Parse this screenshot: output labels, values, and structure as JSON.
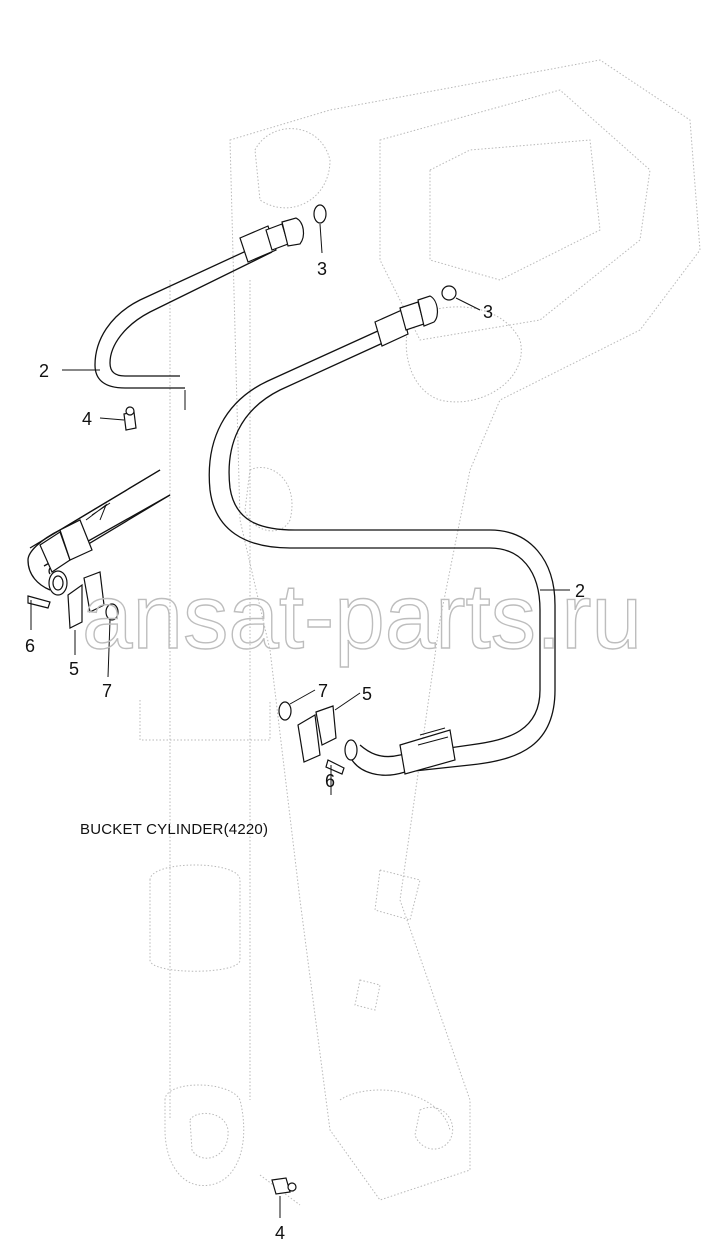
{
  "diagram": {
    "caption": "BUCKET CYLINDER(4220)",
    "watermark": "ansat-parts.ru",
    "callouts": {
      "hose_upper": "2",
      "hose_lower": "2",
      "oring_upper_left": "3",
      "oring_upper_right": "3",
      "fitting_upper": "4",
      "fitting_lower": "4",
      "clamp_left": "5",
      "clamp_right": "5",
      "bolt_left": "6",
      "bolt_right": "6",
      "oring_left": "7",
      "oring_right": "7"
    }
  }
}
